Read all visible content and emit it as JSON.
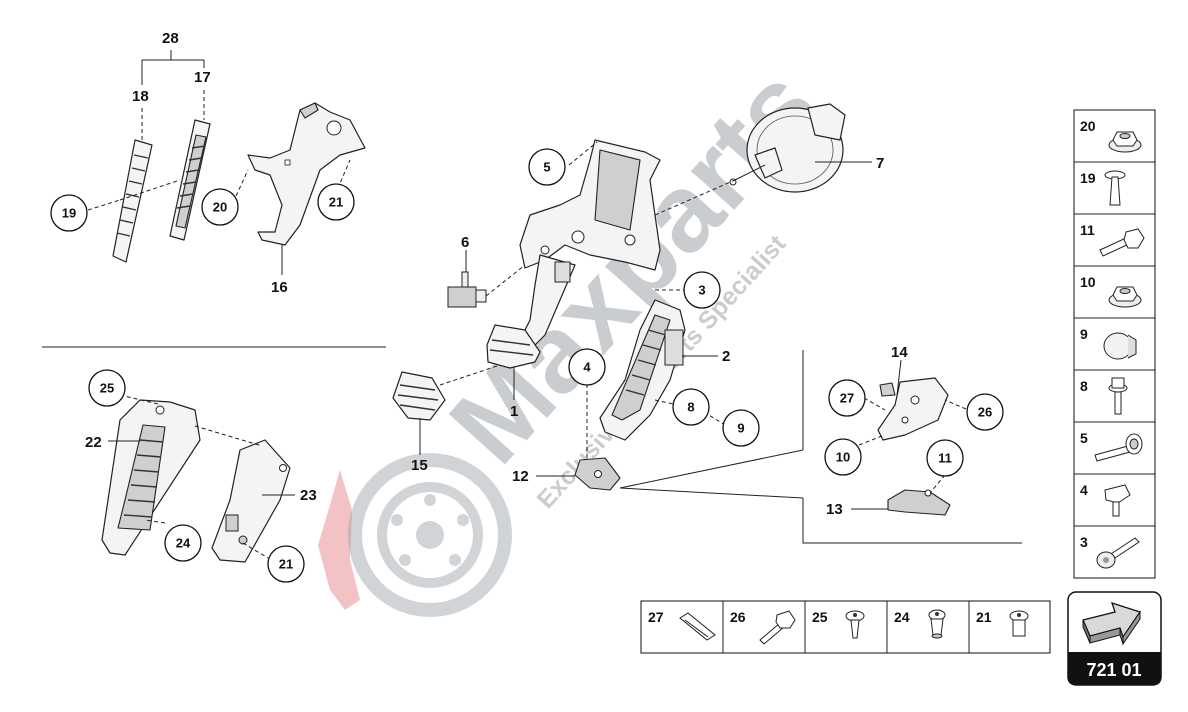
{
  "callouts": {
    "c1": "1",
    "c2": "2",
    "c3": "3",
    "c4": "4",
    "c5": "5",
    "c6": "6",
    "c7": "7",
    "c8": "8",
    "c9": "9",
    "c10": "10",
    "c11": "11",
    "c12": "12",
    "c13": "13",
    "c14": "14",
    "c15": "15",
    "c16": "16",
    "c17": "17",
    "c18": "18",
    "c19": "19",
    "c20": "20",
    "c21a": "21",
    "c21b": "21",
    "c22": "22",
    "c23": "23",
    "c24": "24",
    "c25": "25",
    "c26": "26",
    "c27": "27",
    "c28": "28"
  },
  "watermark": {
    "brand": "Maxparts",
    "tagline": "Exclusive Car Parts Specialist"
  },
  "legend_right": [
    "20",
    "19",
    "11",
    "10",
    "9",
    "8",
    "5",
    "4",
    "3"
  ],
  "legend_bottom": [
    "27",
    "26",
    "25",
    "24",
    "21"
  ],
  "diagram_code": "721 01",
  "colors": {
    "accent": "#111111",
    "watermark_red": "#e8868c",
    "watermark_grey": "#9aa0a6"
  }
}
